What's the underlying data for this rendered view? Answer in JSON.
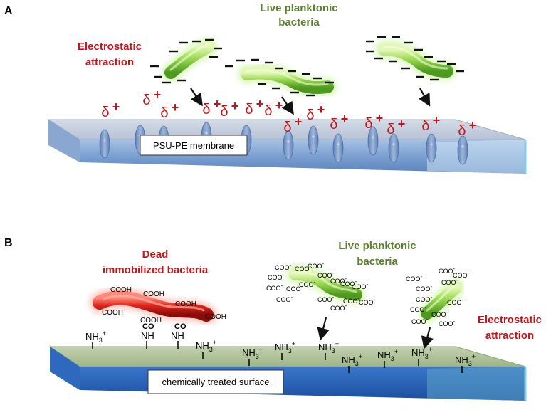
{
  "panels": [
    {
      "id": "A",
      "label": "A",
      "heading_left": [
        "Electrostatic",
        "attraction"
      ],
      "heading_top": [
        "Live planktonic",
        "bacteria"
      ],
      "membrane_label": "PSU-PE membrane",
      "charge_symbol": "δ",
      "charge_sign": "+",
      "surface_charge_sign": "+",
      "bacteria_charge_sign": "–"
    },
    {
      "id": "B",
      "label": "B",
      "heading_left": [
        "Dead",
        "immobilized bacteria"
      ],
      "heading_top": [
        "Live planktonic",
        "bacteria"
      ],
      "heading_right": [
        "Electrostatic",
        "attraction"
      ],
      "surface_label": "chemically treated surface",
      "dead_groups": [
        "COOH",
        "COOH",
        "COOH",
        "COOH",
        "COOH",
        "COOH"
      ],
      "link_co": "CO",
      "link_nh": "NH",
      "amine_base": "NH",
      "amine_sub": "3",
      "amine_sup": "+",
      "carboxylate": "COO",
      "carboxylate_sup": "-"
    }
  ],
  "colors": {
    "green_heading": "#5a7f2e",
    "red_heading": "#c0161b",
    "membrane_blue": "#6f95c9",
    "surface_green": "#a7bc8e",
    "surface_blue": "#2d63b8",
    "bacteria_green": "#8fd14f",
    "bacteria_red": "#e0241b"
  }
}
